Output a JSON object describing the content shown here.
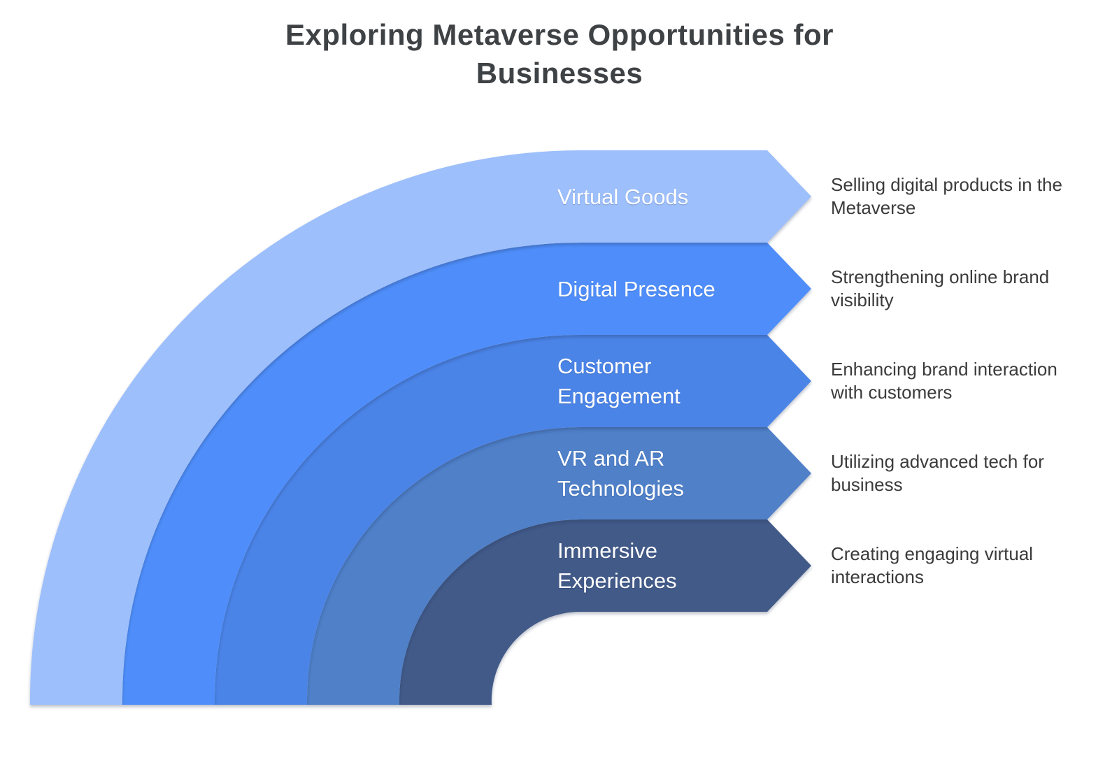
{
  "title": "Exploring Metaverse Opportunities for\nBusinesses",
  "colors": {
    "background": "#ffffff",
    "title_text": "#3f4245",
    "description_text": "#3b3b3b",
    "label_text": "#ffffff"
  },
  "items": [
    {
      "label": "Virtual Goods",
      "description": "Selling digital products in the\nMetaverse",
      "color": "#9dbffb"
    },
    {
      "label": "Digital Presence",
      "description": "Strengthening online brand\nvisibility",
      "color": "#4f8efa"
    },
    {
      "label": "Customer\nEngagement",
      "description": "Enhancing brand interaction\nwith customers",
      "color": "#4b84e7"
    },
    {
      "label": "VR and AR\nTechnologies",
      "description": "Utilizing advanced tech for\nbusiness",
      "color": "#5080c8"
    },
    {
      "label": "Immersive\nExperiences",
      "description": "Creating engaging virtual\ninteractions",
      "color": "#425a88"
    }
  ]
}
